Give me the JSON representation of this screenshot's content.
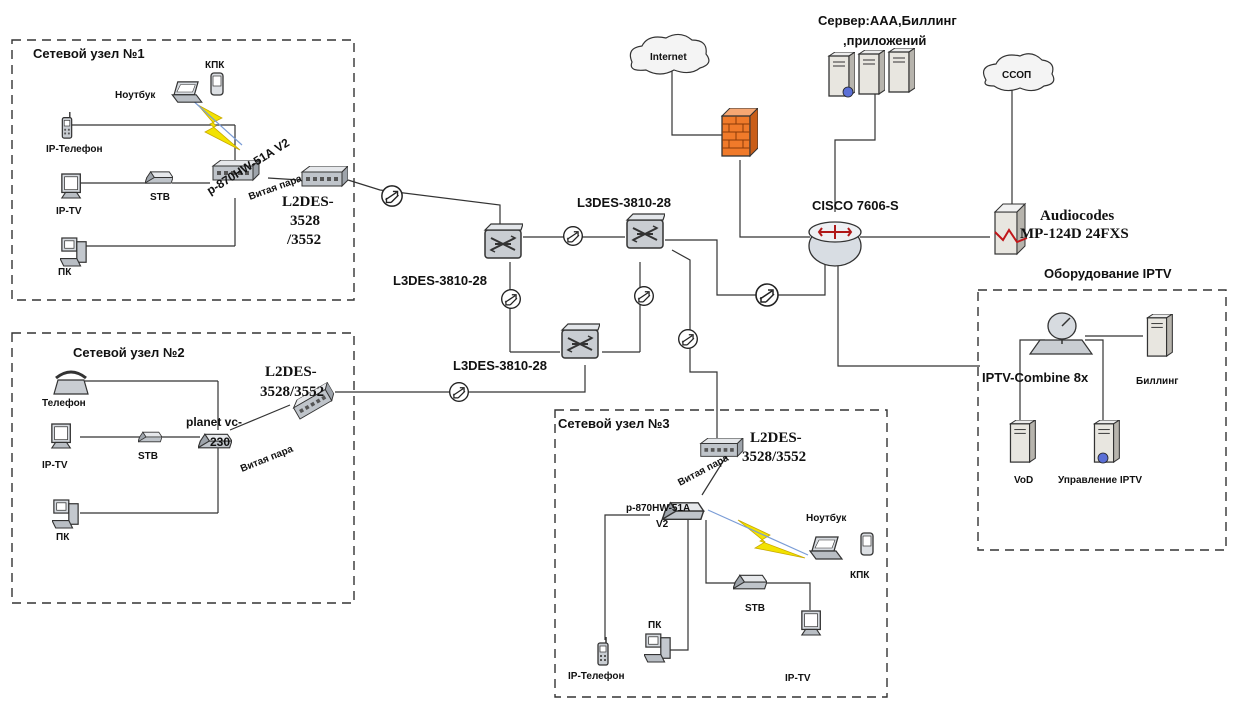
{
  "nodes": {
    "node1": {
      "title": "Сетевой узел №1",
      "kpk": "КПК",
      "laptop": "Ноутбук",
      "ip_phone": "IP-Телефон",
      "stb": "STB",
      "ip_tv": "IP-TV",
      "pc": "ПК",
      "modem": "p-870HW-51A V2",
      "twisted_pair": "Витая пара",
      "switch_l1": "L2DES-",
      "switch_l2": "3528",
      "switch_l3": "/3552"
    },
    "node2": {
      "title": "Сетевой узел №2",
      "phone": "Телефон",
      "ip_tv": "IP-TV",
      "stb": "STB",
      "pc": "ПК",
      "gateway_l1": "planet vc-",
      "gateway_l2": "230",
      "twisted_pair": "Витая пара",
      "switch_l1": "L2DES-",
      "switch_l2": "3528/3552"
    },
    "node3": {
      "title": "Сетевой узел №3",
      "switch_l1": "L2DES-",
      "switch_l2": "3528/3552",
      "twisted_pair": "Витая пара",
      "modem_l1": "p-870HW-51A",
      "modem_l2": "V2",
      "laptop": "Ноутбук",
      "kpk": "КПК",
      "stb": "STB",
      "pc": "ПК",
      "ip_phone": "IP-Телефон",
      "ip_tv": "IP-TV"
    }
  },
  "core": {
    "l3_left": "L3DES-3810-28",
    "l3_top": "L3DES-3810-28",
    "l3_bottom": "L3DES-3810-28",
    "router": "CISCO 7606-S",
    "internet": "Internet",
    "server_l1": "Сервер:AAA,Биллинг",
    "server_l2": ",приложений",
    "pstn": "ССОП",
    "audiocodes_l1": "Audiocodes",
    "audiocodes_l2": "MP-124D 24FXS"
  },
  "iptv": {
    "title": "Оборудование IPTV",
    "combine": "IPTV-Combine 8x",
    "billing": "Биллинг",
    "vod": "VoD",
    "management": "Управление IPTV"
  },
  "colors": {
    "firewall": "#f07a2a",
    "wireless": "#f2e200",
    "router_fill": "#d8dde3",
    "switch_fill": "#c9cdd2",
    "dashed": "#333333"
  }
}
